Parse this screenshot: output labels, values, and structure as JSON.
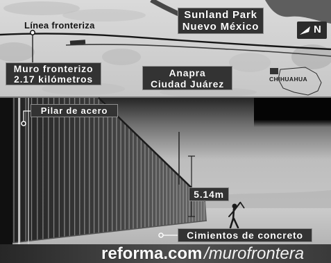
{
  "map": {
    "border_line_label": "Línea fronteriza",
    "sunland_park": {
      "line1": "Sunland Park",
      "line2": "Nuevo México"
    },
    "wall_length": {
      "line1": "Muro fronterizo",
      "line2": "2.17 kilómetros"
    },
    "anapra": {
      "line1": "Anapra",
      "line2": "Ciudad Juárez"
    },
    "state_inset_label": "CHIHUAHUA",
    "north_label": "N",
    "north_icon": "north-arrow-icon"
  },
  "photo": {
    "pillar_label": "Pilar de acero",
    "height_label": "5.14m",
    "foundation_label": "Cimientos de concreto"
  },
  "footer": {
    "site": "reforma.com",
    "path": "/murofrontera"
  },
  "colors": {
    "label_bg": "#333333",
    "label_text": "#ffffff",
    "map_bg": "#d2d2d2"
  }
}
